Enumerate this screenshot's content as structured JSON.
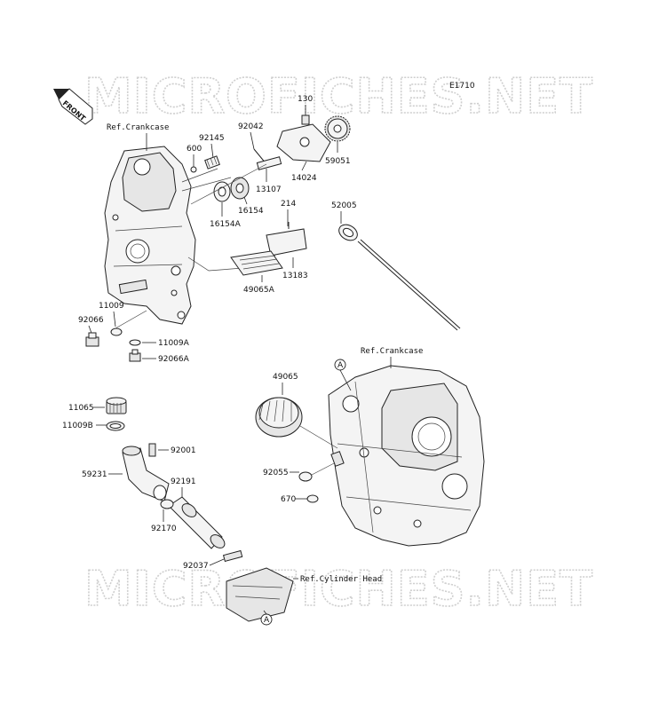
{
  "diagram_code": "E1710",
  "watermark": "MICROFICHES.NET",
  "front_label": "FRONT",
  "refs": {
    "crankcase_top": "Ref.Crankcase",
    "crankcase_right": "Ref.Crankcase",
    "cylinder_head": "Ref.Cylinder Head"
  },
  "callout_letter": "A",
  "parts": {
    "p130": "130",
    "p92042": "92042",
    "p92145": "92145",
    "p600": "600",
    "p59051": "59051",
    "p14024": "14024",
    "p13107": "13107",
    "p16154": "16154",
    "p16154A": "16154A",
    "p214": "214",
    "p52005": "52005",
    "p13183": "13183",
    "p49065A": "49065A",
    "p11009": "11009",
    "p92066": "92066",
    "p11009A": "11009A",
    "p92066A": "92066A",
    "p49065": "49065",
    "p11065": "11065",
    "p11009B": "11009B",
    "p92001": "92001",
    "p59231": "59231",
    "p92191": "92191",
    "p92170": "92170",
    "p92055": "92055",
    "p670": "670",
    "p92037": "92037"
  }
}
